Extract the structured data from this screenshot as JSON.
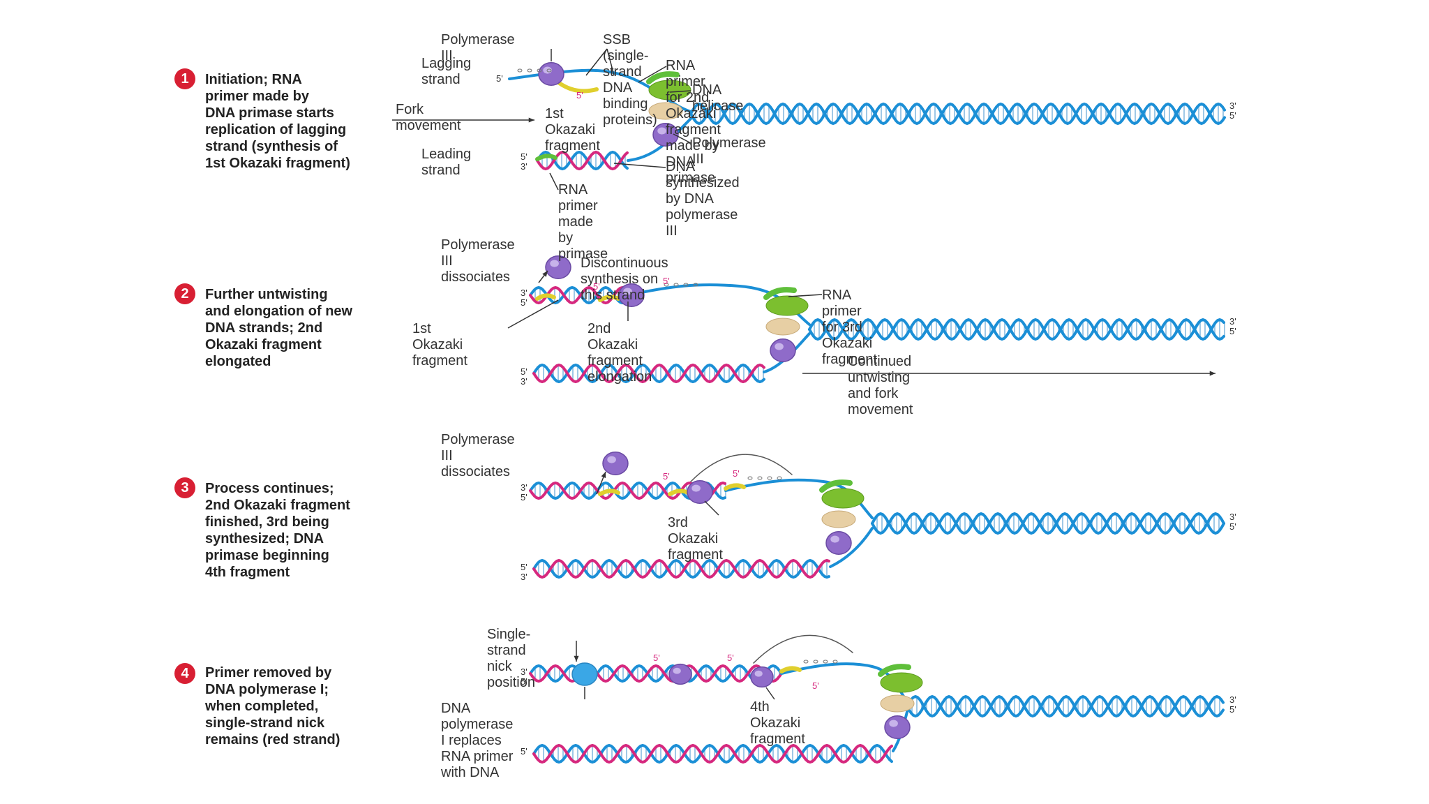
{
  "colors": {
    "step_badge": "#d81f33",
    "dna_blue": "#1b8fd6",
    "dna_magenta": "#d6287e",
    "primer_yellow": "#e0cf2d",
    "primer_green": "#5fbf3a",
    "polymerase": "#8f6bc9",
    "helicase_green": "#7cbf2f",
    "helicase_tan": "#e7cfa4",
    "polymerase_I": "#3aa7e6"
  },
  "steps": [
    {
      "number": "1",
      "text": "Initiation; RNA\nprimer made by\nDNA primase starts\nreplication of lagging\nstrand (synthesis of\n1st Okazaki fragment)",
      "labels": {
        "polymerase": "Polymerase III",
        "ssb": "SSB (single-strand DNA binding proteins)",
        "lagging": "Lagging\nstrand",
        "rna_primer_2nd": "RNA primer for 2nd Okazaki fragment made by DNA primase",
        "helicase": "DNA helicase",
        "fork": "Fork movement",
        "first_okazaki": "1st Okazaki\nfragment",
        "polymerase_lower": "Polymerase III",
        "leading": "Leading\nstrand",
        "dna_synth": "DNA synthesized by DNA polymerase III",
        "rna_primer": "RNA primer made by primase",
        "end_right": "3'\n5'",
        "end_top": "5'",
        "end_bottom": "5'\n3'",
        "mark_5": "5'"
      }
    },
    {
      "number": "2",
      "text": "Further untwisting\nand elongation of new\nDNA strands; 2nd\nOkazaki fragment\nelongated",
      "labels": {
        "dissociates": "Polymerase III dissociates",
        "discontinuous": "Discontinuous synthesis on this strand",
        "rna_primer_3rd": "RNA primer for 3rd Okazaki fragment",
        "first_okazaki": "1st Okazaki\nfragment",
        "second_okazaki": "2nd Okazaki\nfragment elongation",
        "continued": "Continued untwisting and fork movement",
        "end_left_top": "3'\n5'",
        "end_left_bottom": "5'\n3'",
        "end_right": "3'\n5'",
        "mark_5a": "5'",
        "mark_5b": "5'"
      }
    },
    {
      "number": "3",
      "text": "Process continues;\n2nd Okazaki fragment\nfinished, 3rd being\nsynthesized; DNA\nprimase beginning\n4th fragment",
      "labels": {
        "dissociates": "Polymerase III dissociates",
        "third_okazaki": "3rd Okazaki\nfragment",
        "end_left_top": "3'\n5'",
        "end_left_bottom": "5'\n3'",
        "end_right": "3'\n5'",
        "mark_5a": "5'",
        "mark_5b": "5'"
      }
    },
    {
      "number": "4",
      "text": "Primer removed by\nDNA polymerase I;\nwhen completed,\nsingle-strand nick\nremains (red strand)",
      "labels": {
        "nick": "Single-strand nick position",
        "pol1": "DNA polymerase I replaces\nRNA primer with DNA",
        "fourth_okazaki": "4th Okazaki\nfragment",
        "end_left_top": "3'\n5'",
        "end_left_bottom": "5'",
        "end_right": "3'\n5'",
        "mark_5a": "5'",
        "mark_5b": "5'",
        "mark_5c": "5'"
      }
    }
  ]
}
